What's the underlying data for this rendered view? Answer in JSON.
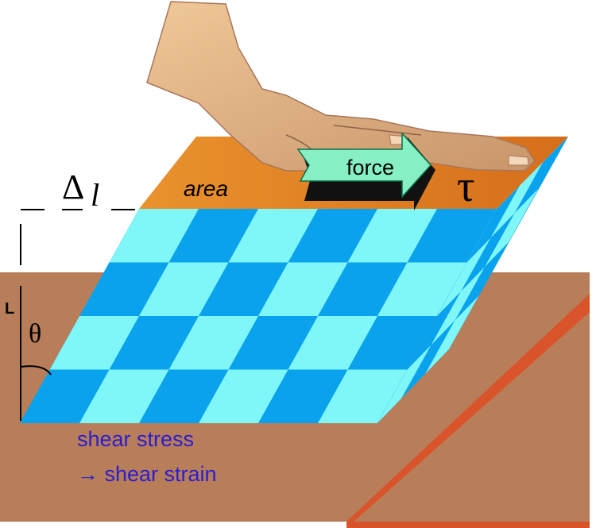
{
  "labels": {
    "delta": "Δ",
    "delta_var": "l",
    "length": "L",
    "theta": "θ",
    "area": "area",
    "force": "force",
    "tau": "τ",
    "caption_line1": "shear stress",
    "caption_line2": "→ shear strain"
  },
  "colors": {
    "slab": "#b87d59",
    "slab_edge": "#d9542a",
    "top_plate": "#e48b2c",
    "checker_dark": "#0aa2ec",
    "checker_light": "#7ff6f8",
    "arrow_fill": "#86f0c4",
    "hand": "#e2b989",
    "caption": "#2b1ed0"
  }
}
